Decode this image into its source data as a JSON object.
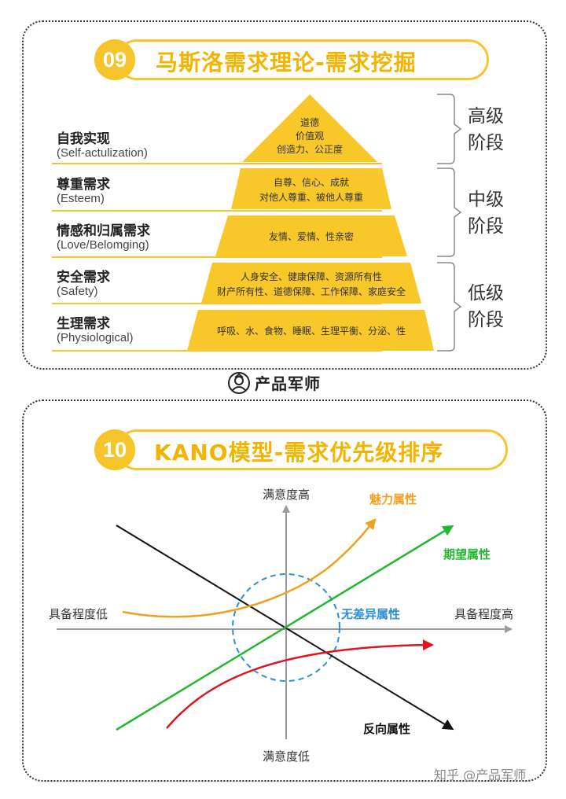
{
  "section1": {
    "badge": "09",
    "title": "马斯洛需求理论-需求挖掘",
    "levels": [
      {
        "name": "自我实现",
        "en": "(Self-actulization)",
        "desc": [
          "道德",
          "价值观",
          "创造力、公正度"
        ]
      },
      {
        "name": "尊重需求",
        "en": "(Esteem)",
        "desc": [
          "自尊、信心、成就",
          "对他人尊重、被他人尊重"
        ]
      },
      {
        "name": "情感和归属需求",
        "en": "(Love/Belomging)",
        "desc": [
          "友情、爱情、性亲密"
        ]
      },
      {
        "name": "安全需求",
        "en": "(Safety)",
        "desc": [
          "人身安全、健康保障、资源所有性",
          "财产所有性、道德保障、工作保障、家庭安全"
        ]
      },
      {
        "name": "生理需求",
        "en": "(Physiological)",
        "desc": [
          "呼吸、水、食物、睡眠、生理平衡、分泌、性"
        ]
      }
    ],
    "stages": [
      {
        "line1": "高级",
        "line2": "阶段"
      },
      {
        "line1": "中级",
        "line2": "阶段"
      },
      {
        "line1": "低级",
        "line2": "阶段"
      }
    ],
    "colors": {
      "pyramid": "#f8c72a",
      "accent": "#f6c52c"
    }
  },
  "brand": {
    "name": "产品军师",
    "icon": "general-avatar-icon"
  },
  "section2": {
    "badge": "10",
    "title": "KANO模型-需求优先级排序",
    "axis": {
      "top": "满意度高",
      "bottom": "满意度低",
      "left": "具备程度低",
      "right": "具备程度高"
    },
    "curves": {
      "attractive": {
        "label": "魅力属性",
        "color": "#f0a020"
      },
      "performance": {
        "label": "期望属性",
        "color": "#22b82e"
      },
      "indifferent": {
        "label": "无差异属性",
        "color": "#2b8fd6"
      },
      "reverse": {
        "label": "反向属性",
        "color": "#111111"
      },
      "must_be": {
        "color": "#e0141e"
      }
    }
  },
  "watermark": "知乎 @产品军师"
}
